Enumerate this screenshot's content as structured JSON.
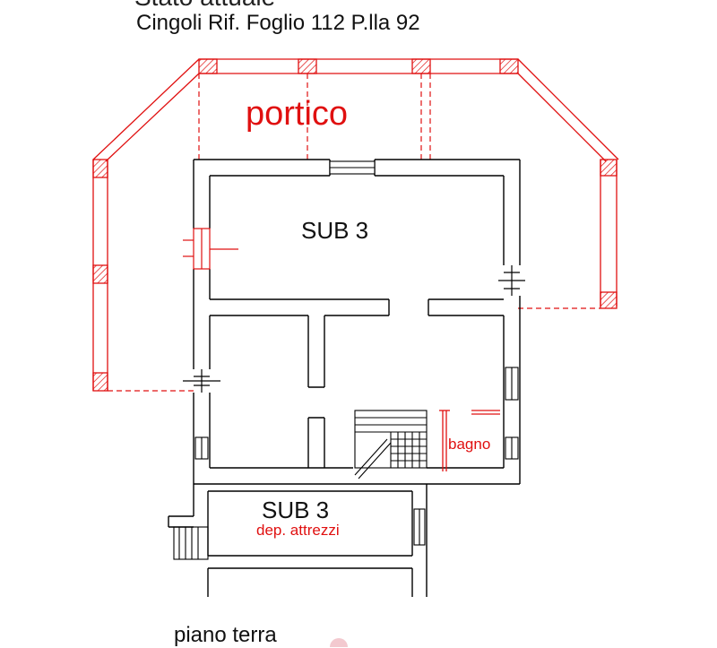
{
  "header": {
    "cut_title": "Stato attuale",
    "subtitle": "Cingoli Rif. Foglio 112 P.lla 92"
  },
  "plan": {
    "portico_label": "portico",
    "upper_unit_label": "SUB 3",
    "lower_unit_label": "SUB 3",
    "storage_label": "dep. attrezzi",
    "bathroom_label": "bagno",
    "floor_label": "piano terra"
  },
  "colors": {
    "walls": "#000000",
    "portico": "#e01010",
    "hatch": "#e01010"
  }
}
